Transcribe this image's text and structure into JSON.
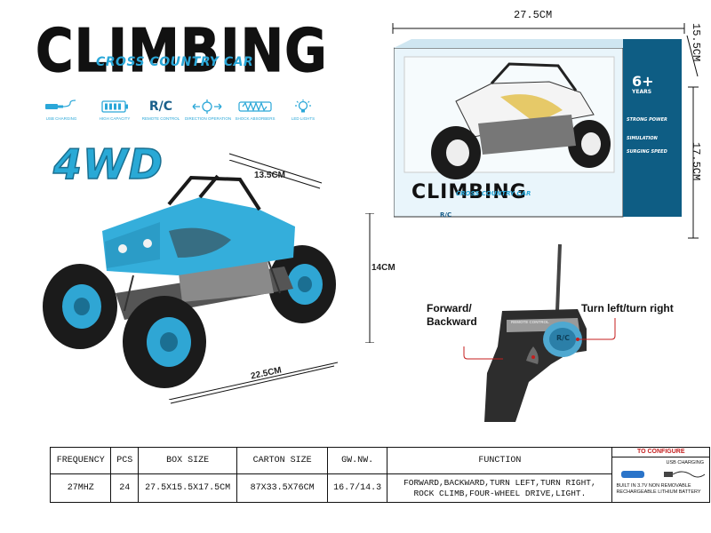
{
  "title": {
    "main": "CLIMBING",
    "subtitle": "CROSS COUNTRY CAR"
  },
  "features": [
    {
      "icon": "usb-plug-icon",
      "label": "USB CHARGING"
    },
    {
      "icon": "battery-icon",
      "label": "HIGH CAPACITY"
    },
    {
      "icon": "rc-logo-icon",
      "label": "REMOTE CONTROL",
      "glyph": "R/C"
    },
    {
      "icon": "direction-icon",
      "label": "DIRECTION OPERATION"
    },
    {
      "icon": "shock-absorber-icon",
      "label": "SHOCK ABSORBERS"
    },
    {
      "icon": "led-bulb-icon",
      "label": "LED LIGHTS"
    }
  ],
  "badge": "4WD",
  "car_dimensions": {
    "length": "22.5CM",
    "width": "13.5CM",
    "height": "14CM"
  },
  "box_dimensions": {
    "width": "27.5CM",
    "depth": "15.5CM",
    "height": "17.5CM"
  },
  "box_art": {
    "title": "CLIMBING",
    "subtitle": "CROSS COUNTRY CAR",
    "age_label": "6+",
    "age_sub": "YEARS",
    "tags": [
      "STRONG POWER",
      "SIMULATION",
      "SURGING SPEED"
    ],
    "rc_glyph": "R/C"
  },
  "remote": {
    "label_forward": "Forward/\nBackward",
    "label_forward_l1": "Forward/",
    "label_forward_l2": "Backward",
    "label_turn": "Turn left/turn right",
    "brand": "REMOTE CONTROL",
    "knob_glyph": "R/C"
  },
  "spec_table": {
    "headers": [
      "FREQUENCY",
      "PCS",
      "BOX SIZE",
      "CARTON SIZE",
      "GW.NW.",
      "FUNCTION"
    ],
    "values": [
      "27MHZ",
      "24",
      "27.5X15.5X17.5CM",
      "87X33.5X76CM",
      "16.7/14.3"
    ],
    "function_l1": "FORWARD,BACKWARD,TURN LEFT,TURN RIGHT,",
    "function_l2": "ROCK CLIMB,FOUR-WHEEL DRIVE,LIGHT.",
    "configure_title": "TO CONFIGURE",
    "usb_label": "USB CHARGING",
    "battery_l1": "BUILT IN 3.7V NON REMOVABLE",
    "battery_l2": "RECHARGEABLE LITHIUM BATTERY"
  },
  "colors": {
    "accent_blue": "#29a9d6",
    "dark": "#111111",
    "warning_red": "#c41e1e"
  }
}
